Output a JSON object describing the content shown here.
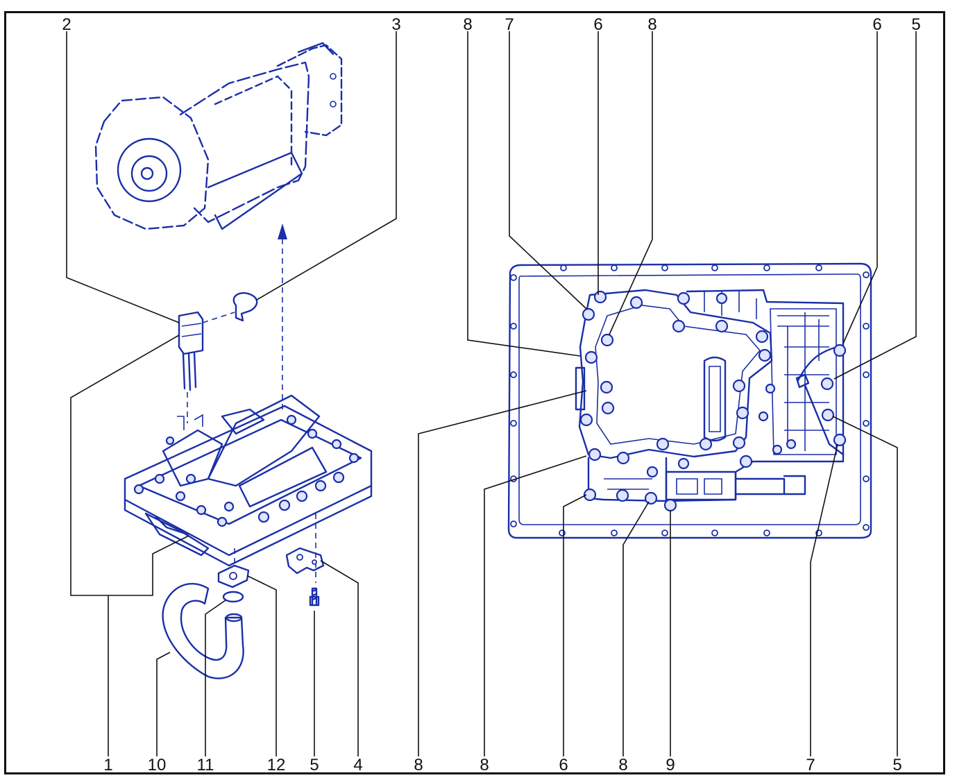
{
  "colors": {
    "line_art": "#1a2fa8",
    "frame": "#111111",
    "background": "#ffffff"
  },
  "callouts_top": [
    "2",
    "3",
    "8",
    "7",
    "6",
    "8",
    "6",
    "5"
  ],
  "callouts_bottom": [
    "1",
    "10",
    "11",
    "12",
    "5",
    "4",
    "8",
    "8",
    "6",
    "8",
    "9",
    "7",
    "5"
  ]
}
